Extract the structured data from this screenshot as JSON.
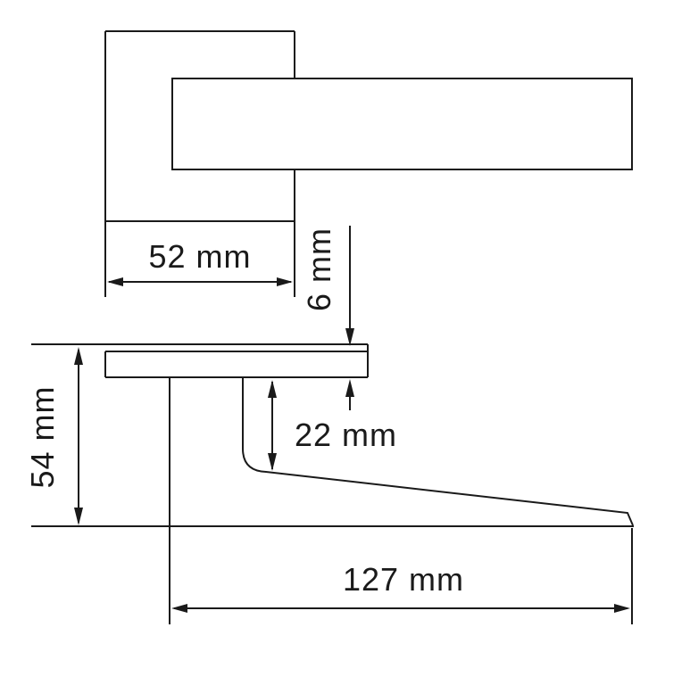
{
  "drawing": {
    "type": "technical-dimension-drawing",
    "subject": "door lever handle with square rose, top view and side view",
    "colors": {
      "line": "#1a1a1a",
      "background": "#ffffff"
    },
    "dimensions": {
      "rose_width_label": "52 mm",
      "rose_thickness_label": "6 mm",
      "neck_depth_label": "22 mm",
      "handle_height_label": "54 mm",
      "lever_length_label": "127 mm"
    }
  }
}
